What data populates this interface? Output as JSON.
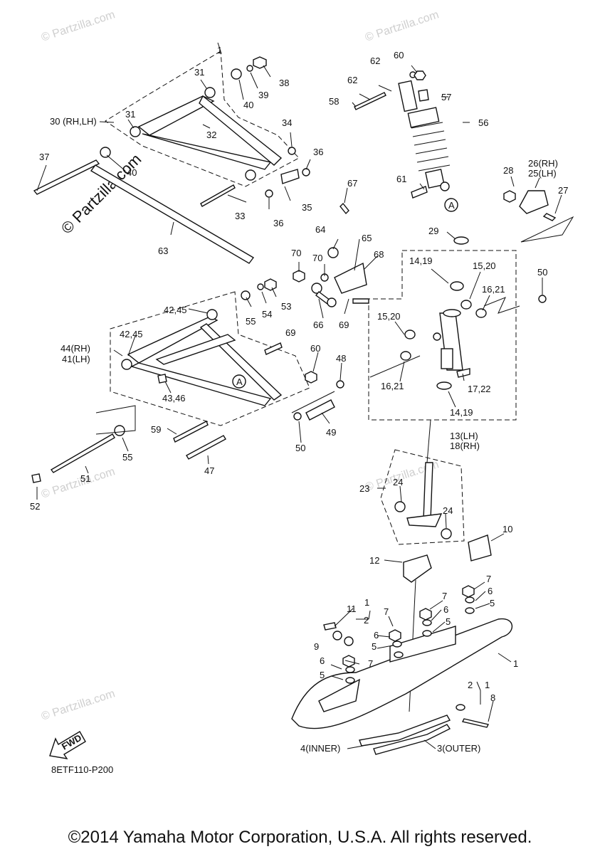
{
  "diagram_code": "8ETF110-P200",
  "copyright": "©2014 Yamaha Motor Corporation, U.S.A. All rights reserved.",
  "watermark_text": "© Partzilla.com",
  "watermark_big": "© Partzilla.com",
  "fwd_label": "FWD",
  "ref_marker": "A",
  "labels": [
    "1",
    "30 (RH,LH)",
    "31",
    "31",
    "32",
    "33",
    "34",
    "35",
    "36",
    "36",
    "37",
    "38",
    "39",
    "40",
    "40",
    "63",
    "62",
    "62",
    "60",
    "58",
    "57",
    "56",
    "61",
    "67",
    "64",
    "65",
    "68",
    "70",
    "70",
    "66",
    "69",
    "69",
    "53",
    "54",
    "55",
    "42,45",
    "42,45",
    "44(RH)",
    "41(LH)",
    "43,46",
    "60",
    "48",
    "49",
    "50",
    "59",
    "47",
    "51",
    "52",
    "55",
    "28",
    "26(RH)",
    "25(LH)",
    "27",
    "29",
    "50",
    "14,19",
    "15,20",
    "16,21",
    "15,20",
    "16,21",
    "17,22",
    "14,19",
    "13(LH)",
    "18(RH)",
    "23",
    "24",
    "24",
    "10",
    "12",
    "11",
    "1",
    "2",
    "9",
    "7",
    "6",
    "5",
    "7",
    "6",
    "5",
    "7",
    "6",
    "5",
    "6",
    "5",
    "7",
    "1",
    "2",
    "1",
    "8",
    "4(INNER)",
    "3(OUTER)"
  ]
}
